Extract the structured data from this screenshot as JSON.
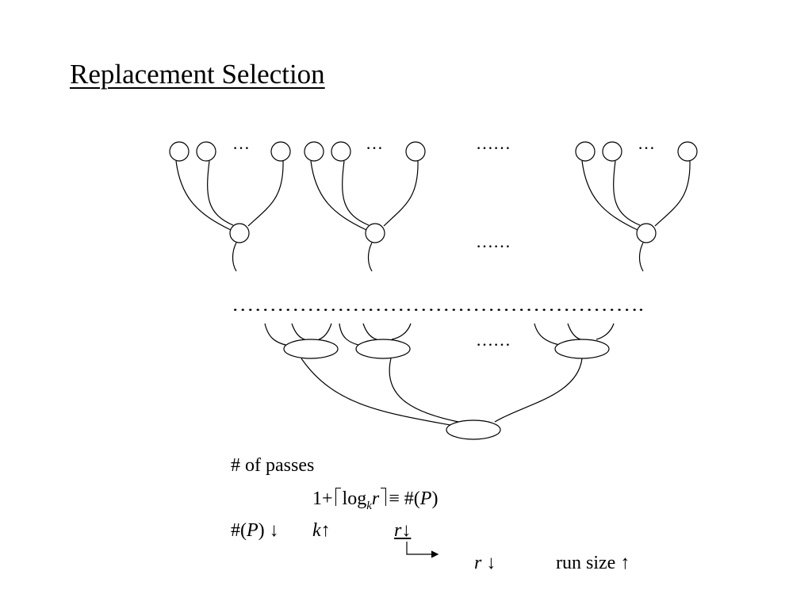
{
  "title": "Replacement Selection",
  "diagram": {
    "ellipsis_short": "…",
    "ellipsis_long": "……",
    "dotted_separator": "……………………………………………….",
    "top_tree_count": 3,
    "middle_node_count": 3
  },
  "formula": {
    "heading": "# of passes",
    "line2": {
      "one_plus": "1+",
      "log": "log",
      "k": "k",
      "r": "r",
      "equiv": "≡",
      "hashP_pre": "#(",
      "P": "P",
      "hashP_post": ")"
    },
    "line3": {
      "hashP_pre": "#(",
      "P": "P",
      "hashP_post": ")",
      "down1": "↓",
      "k": "k",
      "up": "↑",
      "r": "r",
      "down2": "↓"
    },
    "line4": {
      "r": "r",
      "down": "↓",
      "run_size": "run size",
      "up": "↑"
    }
  }
}
